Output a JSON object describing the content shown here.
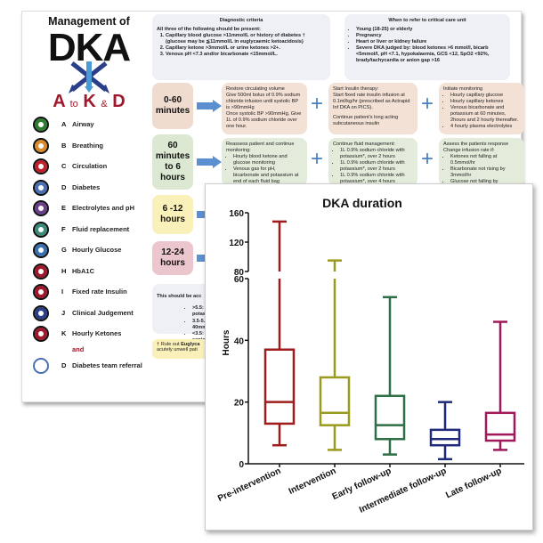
{
  "poster": {
    "title_small": "Management of",
    "title_big": "DKA",
    "subtitle": {
      "a": "A",
      "to": "to",
      "k": "K",
      "amp": "&",
      "d": "D"
    },
    "abc_items": [
      {
        "letter": "A",
        "label": "Airway",
        "icon": "airway-icon",
        "color": "#2e7d32"
      },
      {
        "letter": "B",
        "label": "Breathing",
        "icon": "lungs-icon",
        "color": "#d98a2b"
      },
      {
        "letter": "C",
        "label": "Circulation",
        "icon": "heart-icon",
        "color": "#c0202c"
      },
      {
        "letter": "D",
        "label": "Diabetes",
        "icon": "diabetes-icon",
        "color": "#4a6fb5"
      },
      {
        "letter": "E",
        "label": "Electrolytes and pH",
        "icon": "flask-icon",
        "color": "#6b3f8a"
      },
      {
        "letter": "F",
        "label": "Fluid replacement",
        "icon": "iv-bag-icon",
        "color": "#3d8a7a"
      },
      {
        "letter": "G",
        "label": "Hourly Glucose",
        "icon": "glucose-meter-icon",
        "color": "#3a6fb0"
      },
      {
        "letter": "H",
        "label": "HbA1C",
        "icon": "test-tubes-icon",
        "color": "#a0182b"
      },
      {
        "letter": "I",
        "label": "Fixed rate Insulin",
        "icon": "syringe-icon",
        "color": "#a0182b"
      },
      {
        "letter": "J",
        "label": "Clinical Judgement",
        "icon": "stethoscope-icon",
        "color": "#2a3f8a"
      },
      {
        "letter": "K",
        "label": "Hourly Ketones",
        "icon": "ketone-meter-icon",
        "color": "#a0182b"
      }
    ],
    "and_label": "and",
    "final_item": {
      "letter": "D",
      "label": "Diabetes team referral",
      "icon": "info-icon",
      "color": "#4a6fb5"
    },
    "diagnostic": {
      "title": "Diagnostic criteria",
      "intro": "All three of the following should be present:",
      "items": [
        "Capillary blood glucose >11mmol/L or history of diabetes † (glucose may be ≦11mmol/L in euglycaemic ketoacidosis)",
        "Capillary ketone >3mmol/L or urine ketones >2+.",
        "Venous pH <7.3 and/or bicarbonate <15mmol/L."
      ]
    },
    "critical_care": {
      "title": "When to refer to critical care unit",
      "items": [
        "Young (18-25) or elderly",
        "Pregnancy",
        "Heart or liver or kidney failure",
        "Severe DKA judged by: blood ketones >6 mmol/l, bicarb <5mmol/l, pH <7.1, hypokalaemia, GCS <12, SpO2 <92%, brady/tachycardia or anion gap >16"
      ]
    },
    "timeline": [
      {
        "label": "0-60 minutes",
        "boxes": [
          {
            "title": "Restore circulating volume",
            "items": [
              "Give 500ml bolus of 0.9% sodium chloride infusion until systolic BP is >90mmHg",
              "Once systolic BP >90mmHg, Give 1L of 0.9% sodium chloride over one hour."
            ]
          },
          {
            "title": "Start Insulin therapy:",
            "items": [
              "Start fixed rate insulin infusion at 0.1ml/kg/hr (prescribed as Actrapid Inf DKA on PICS).",
              "Continue patient's long acting subcutaneous insulin"
            ]
          },
          {
            "title": "Initiate monitoring",
            "items": [
              "Hourly capillary glucose",
              "Hourly capillary ketones",
              "Venous bicarbonate and potassium at 60 minutes, 2hours and 2 hourly thereafter.",
              "4 hourly plasma electrolytes"
            ]
          }
        ]
      },
      {
        "label": "60 minutes to 6 hours",
        "boxes": [
          {
            "title": "Reassess patient and continue monitoring:",
            "items": [
              "Hourly blood ketone and glucose monitoring",
              "Venous gas for pH, bicarbonate and potassium at end of each fluid bag"
            ]
          },
          {
            "title": "Continue fluid management:",
            "items": [
              "1L 0.9% sodium chloride with potassium*, over 2 hours",
              "1L 0.9% sodium chloride with potassium*, over 2 hours",
              "1L 0.9% sodium chloride with potassium*, over 4 hours"
            ]
          },
          {
            "title": "Assess the patients response",
            "subtitle": "Change infusion rate if:",
            "items": [
              "Ketones not falling at 0.5mmol/hr",
              "Bicarbonate not rising by 3mmol/hr",
              "Glucose not falling by 3mmol/hr"
            ]
          }
        ]
      },
      {
        "label": "6 -12 hours"
      },
      {
        "label": "12-24 hours"
      }
    ],
    "potassium": {
      "title": "*Pot",
      "intro": "This should be acc",
      "items": [
        ">5.5: No potass",
        "3.5-5.5: 40mmo",
        "<3.5: senior rev replacement"
      ]
    },
    "footnote": {
      "mark": "†",
      "text_a": "Rule out ",
      "bold": "Euglyca",
      "text_b": "acutely unwell pati"
    }
  },
  "chart_data": {
    "type": "boxplot",
    "title": "DKA duration",
    "xlabel": "",
    "ylabel": "Hours",
    "y_axis": {
      "broken": true,
      "lower_segment": {
        "range": [
          0,
          60
        ],
        "ticks": [
          0,
          20,
          40,
          60
        ]
      },
      "upper_segment": {
        "range": [
          80,
          160
        ],
        "ticks": [
          80,
          120,
          160
        ]
      }
    },
    "categories": [
      "Pre-intervention",
      "Intervention",
      "Early follow-up",
      "Intermediate follow-up",
      "Late follow-up"
    ],
    "series": [
      {
        "name": "Pre-intervention",
        "color": "#a01c1c",
        "min": 6,
        "q1": 13,
        "median": 20,
        "q3": 37,
        "max": 148
      },
      {
        "name": "Intervention",
        "color": "#9a9a1e",
        "min": 4.5,
        "q1": 12.5,
        "median": 16.5,
        "q3": 28,
        "max": 95
      },
      {
        "name": "Early follow-up",
        "color": "#2e6e45",
        "min": 3,
        "q1": 8,
        "median": 12.5,
        "q3": 22,
        "max": 54
      },
      {
        "name": "Intermediate follow-up",
        "color": "#1f2a7a",
        "min": 1.5,
        "q1": 6,
        "median": 8,
        "q3": 11,
        "max": 20
      },
      {
        "name": "Late follow-up",
        "color": "#a0195a",
        "min": 4.5,
        "q1": 7.5,
        "median": 9.5,
        "q3": 16.5,
        "max": 46
      }
    ],
    "grid": false,
    "legend": "none"
  }
}
